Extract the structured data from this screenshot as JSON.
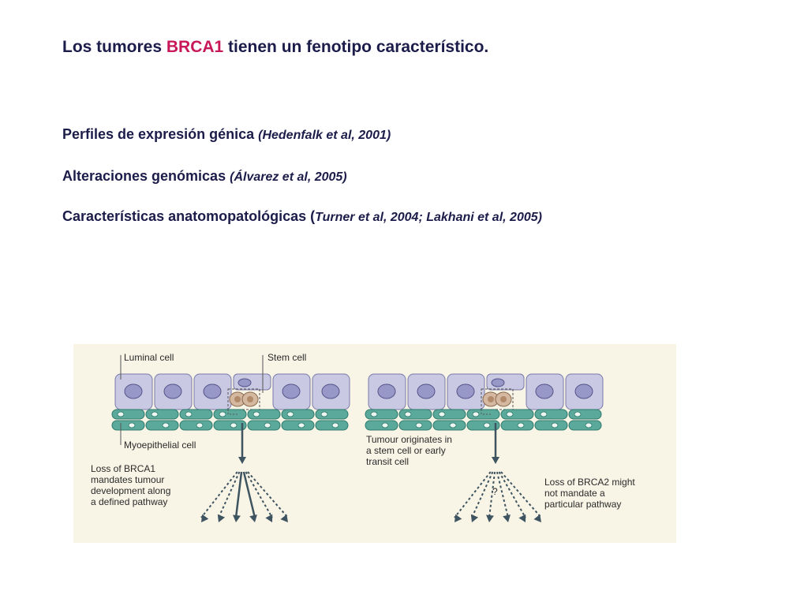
{
  "title": {
    "pre": "Los tumores ",
    "highlight": "BRCA1",
    "post": " tienen un fenotipo característico."
  },
  "lines": [
    {
      "text": "Perfiles de expresión génica",
      "sep": " ",
      "ref": "(Hedenfalk et al, 2001)"
    },
    {
      "text": "Alteraciones genómicas",
      "sep": " ",
      "ref": "(Álvarez et al, 2005)"
    },
    {
      "text": "Características anatomopatológicas",
      "sep": " (",
      "ref": "Turner et al, 2004; Lakhani et al, 2005)"
    }
  ],
  "figure": {
    "luminal": "Luminal cell",
    "stem": "Stem cell",
    "myoepithelial": "Myoepithelial cell",
    "origin": "Tumour originates in\na stem cell or early\ntransit cell",
    "brca1": "Loss of BRCA1\nmandates tumour\ndevelopment along\na defined pathway",
    "brca2": "Loss of BRCA2 might\nnot mandate a\nparticular pathway",
    "question": "?"
  },
  "colors": {
    "title_highlight": "#c8185a",
    "text": "#1c1c4a",
    "figure_bg": "#f8f4e6",
    "luminal_fill": "#c9c9e3",
    "nucleus_fill": "#9898c8",
    "myo_fill": "#5aa99a",
    "stem_fill": "#d4b8a0",
    "arrow": "#3e5460"
  }
}
